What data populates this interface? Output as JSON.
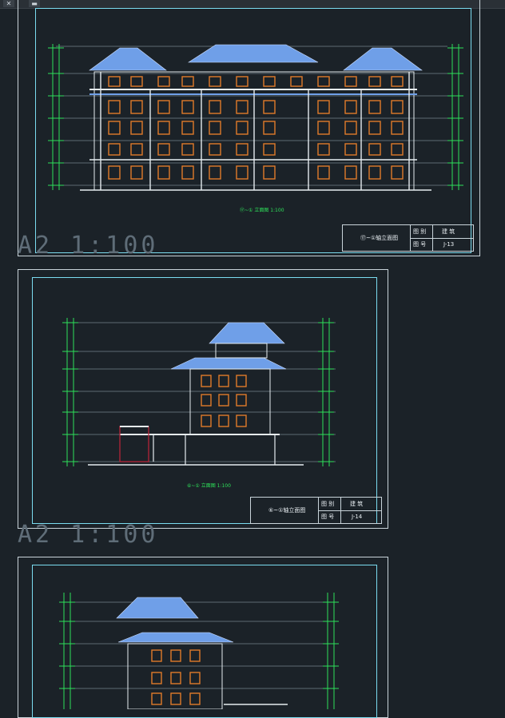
{
  "sheets": [
    {
      "scale_label": "A2  1:100",
      "elevation_title": "⑰~① 立面图 1:100",
      "titleblock": {
        "name": "⑰~①轴立面图",
        "cat_label": "图 别",
        "cat_value": "建 筑",
        "no_label": "图 号",
        "no_value": "J-13"
      }
    },
    {
      "scale_label": "A2  1:100",
      "elevation_title": "⑥~① 立面图 1:100",
      "titleblock": {
        "name": "⑥~①轴立面图",
        "cat_label": "图 别",
        "cat_value": "建 筑",
        "no_label": "图 号",
        "no_value": "J-14"
      }
    },
    {
      "scale_label": "",
      "elevation_title": "",
      "titleblock": null
    }
  ],
  "colors": {
    "background": "#1b2228",
    "sheet_border": "#c9d4da",
    "frame_line": "#7bdcf0",
    "green_dim": "#2ee05a",
    "roof_blue": "#6f9fe8",
    "window_orange": "#e07a2a",
    "wall_white": "#e6ecef",
    "scale_text": "#5f6d78"
  }
}
